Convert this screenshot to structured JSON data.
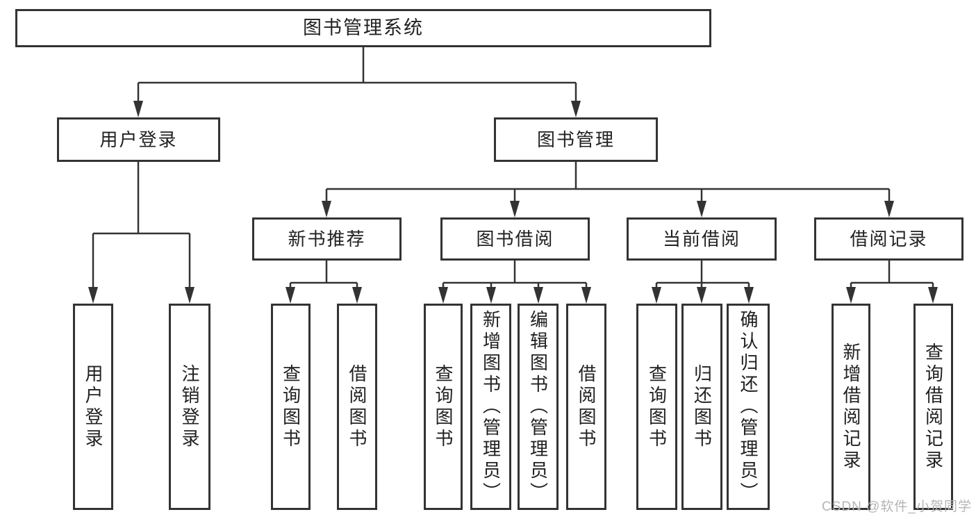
{
  "diagram": {
    "root": {
      "label": "图书管理系统"
    },
    "level2": {
      "user_login": {
        "label": "用户登录"
      },
      "book_management": {
        "label": "图书管理"
      }
    },
    "level3": {
      "new_book_recommend": {
        "label": "新书推荐"
      },
      "book_borrowing": {
        "label": "图书借阅"
      },
      "current_borrowing": {
        "label": "当前借阅"
      },
      "borrowing_records": {
        "label": "借阅记录"
      }
    },
    "leaves": {
      "user_login": {
        "label": "用户登录"
      },
      "logout": {
        "label": "注销登录"
      },
      "recommend_query_books": {
        "label": "查询图书"
      },
      "recommend_borrow_books": {
        "label": "借阅图书"
      },
      "borrow_query_books": {
        "label": "查询图书"
      },
      "borrow_add_books_admin": {
        "label": "新增图书（管理员）"
      },
      "borrow_edit_books_admin": {
        "label": "编辑图书（管理员）"
      },
      "borrow_borrow_books": {
        "label": "借阅图书"
      },
      "current_query_books": {
        "label": "查询图书"
      },
      "current_return_books": {
        "label": "归还图书"
      },
      "current_confirm_return_admin": {
        "label": "确认归还（管理员）"
      },
      "records_add_record": {
        "label": "新增借阅记录"
      },
      "records_query_record": {
        "label": "查询借阅记录"
      }
    },
    "watermark": "CSDN @软件_小贺同学",
    "colors": {
      "line": "#333333",
      "text": "#212121",
      "watermark": "#b5b5b5",
      "background": "#ffffff"
    }
  }
}
